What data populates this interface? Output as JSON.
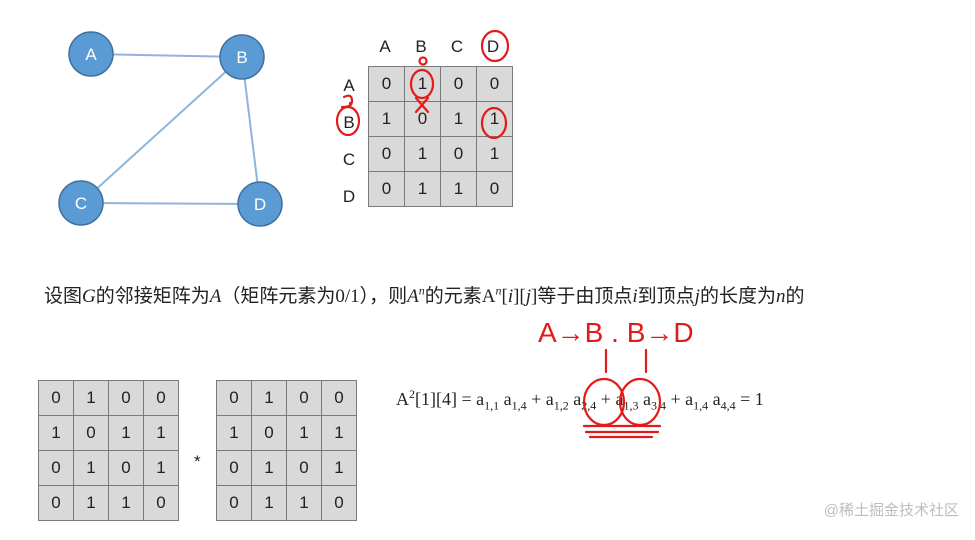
{
  "graph": {
    "nodes": [
      "A",
      "B",
      "C",
      "D"
    ],
    "edges": [
      [
        "A",
        "B"
      ],
      [
        "B",
        "C"
      ],
      [
        "B",
        "D"
      ],
      [
        "C",
        "D"
      ]
    ]
  },
  "adjacency": {
    "col_headers": [
      "A",
      "B",
      "C",
      "D"
    ],
    "row_headers": [
      "A",
      "B",
      "C",
      "D"
    ],
    "rows": [
      [
        "0",
        "1",
        "0",
        "0"
      ],
      [
        "1",
        "0",
        "1",
        "1"
      ],
      [
        "0",
        "1",
        "0",
        "1"
      ],
      [
        "0",
        "1",
        "1",
        "0"
      ]
    ]
  },
  "sentence": {
    "p1": "设图",
    "G": "G",
    "p2": "的邻接矩阵为",
    "A": "A",
    "p3": "（矩阵元素为0/1），则",
    "An_base": "A",
    "An_exp": "n",
    "p4": "的元素A",
    "p5": "[",
    "i": "i",
    "p6": "][",
    "j": "j",
    "p7": "]等于由顶点",
    "i2": "i",
    "p8": "到顶点",
    "j2": "j",
    "p9": "的长度为",
    "n2": "n",
    "p10": "的"
  },
  "matrix_left": [
    [
      "0",
      "1",
      "0",
      "0"
    ],
    [
      "1",
      "0",
      "1",
      "1"
    ],
    [
      "0",
      "1",
      "0",
      "1"
    ],
    [
      "0",
      "1",
      "1",
      "0"
    ]
  ],
  "multiply_sign": "*",
  "matrix_right": [
    [
      "0",
      "1",
      "0",
      "0"
    ],
    [
      "1",
      "0",
      "1",
      "1"
    ],
    [
      "0",
      "1",
      "0",
      "1"
    ],
    [
      "0",
      "1",
      "1",
      "0"
    ]
  ],
  "formula": {
    "lhs_base": "A",
    "lhs_exp": "2",
    "lhs_index": "[1][4] = ",
    "t1a": "a",
    "t1a_sub": "1,1",
    "t1b": " a",
    "t1b_sub": "1,4",
    "plus1": " + ",
    "t2a": "a",
    "t2a_sub": "1,2",
    "t2b": " a",
    "t2b_sub": "2,4",
    "plus2": " + ",
    "t3a": "a",
    "t3a_sub": "1,3",
    "t3b": " a",
    "t3b_sub": "3,4",
    "plus3": " + ",
    "t4a": "a",
    "t4a_sub": "1,4",
    "t4b": " a",
    "t4b_sub": "4,4",
    "result": " = 1"
  },
  "annotation": {
    "path_text": "A→B . B→D"
  },
  "watermark": "@稀土掘金技术社区",
  "colors": {
    "node_fill": "#5b9bd5",
    "node_stroke": "#41719c",
    "edge": "#8fb4dd",
    "cell_bg": "#d9d9d9",
    "annotation_red": "#e31a1a"
  }
}
